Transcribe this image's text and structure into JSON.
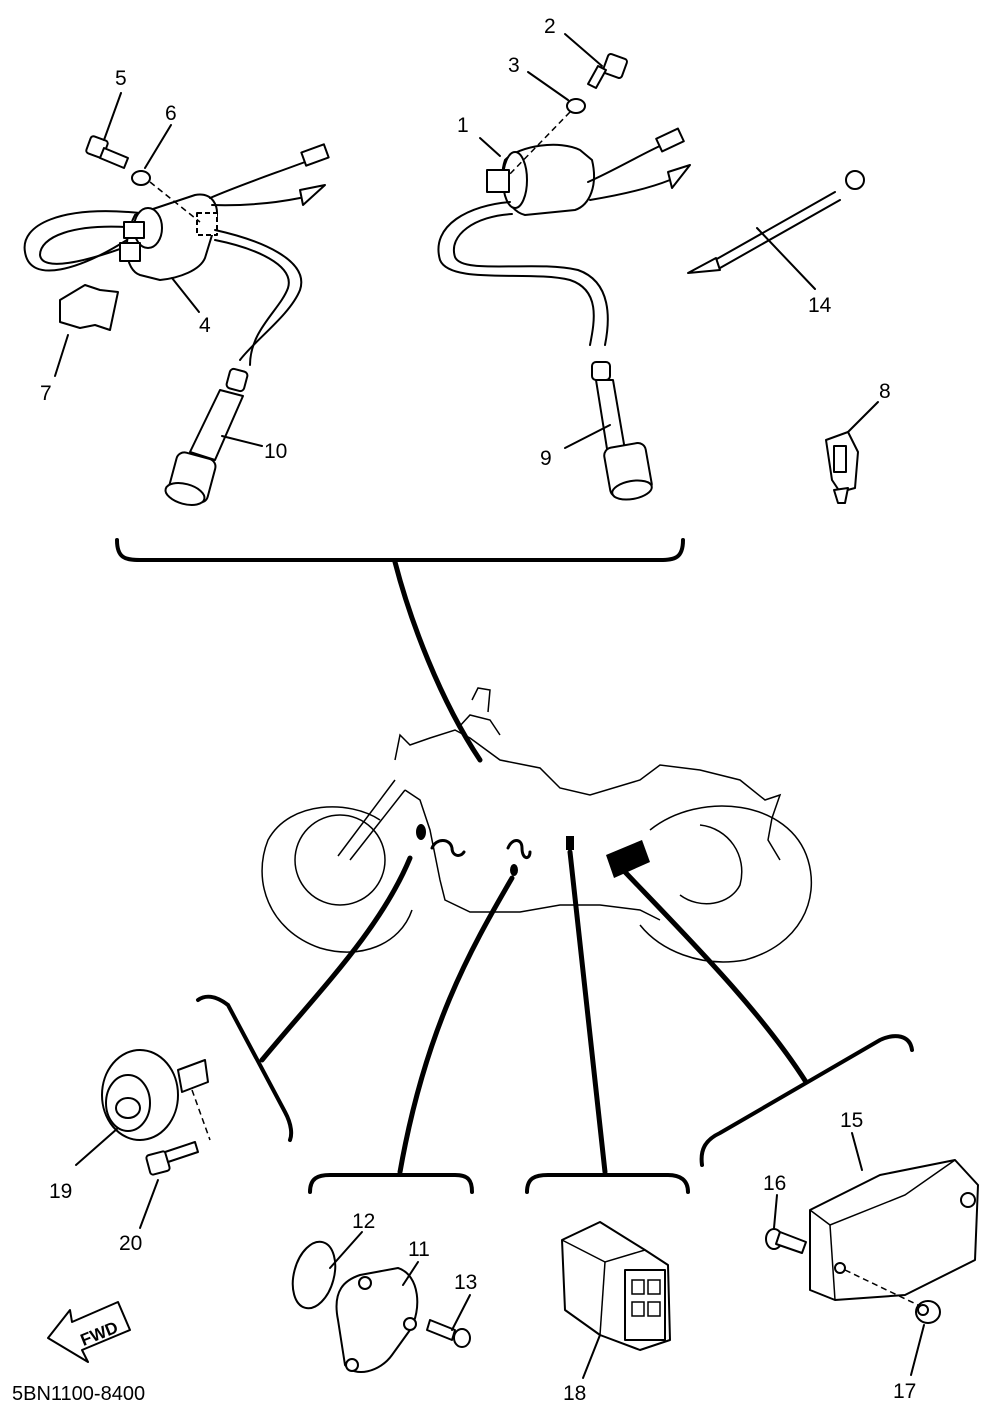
{
  "diagram": {
    "code": "5BN1100-8400",
    "fwd_label": "FWD",
    "callouts": [
      "1",
      "2",
      "3",
      "4",
      "5",
      "6",
      "7",
      "8",
      "9",
      "10",
      "11",
      "12",
      "13",
      "14",
      "15",
      "16",
      "17",
      "18",
      "19",
      "20"
    ]
  }
}
